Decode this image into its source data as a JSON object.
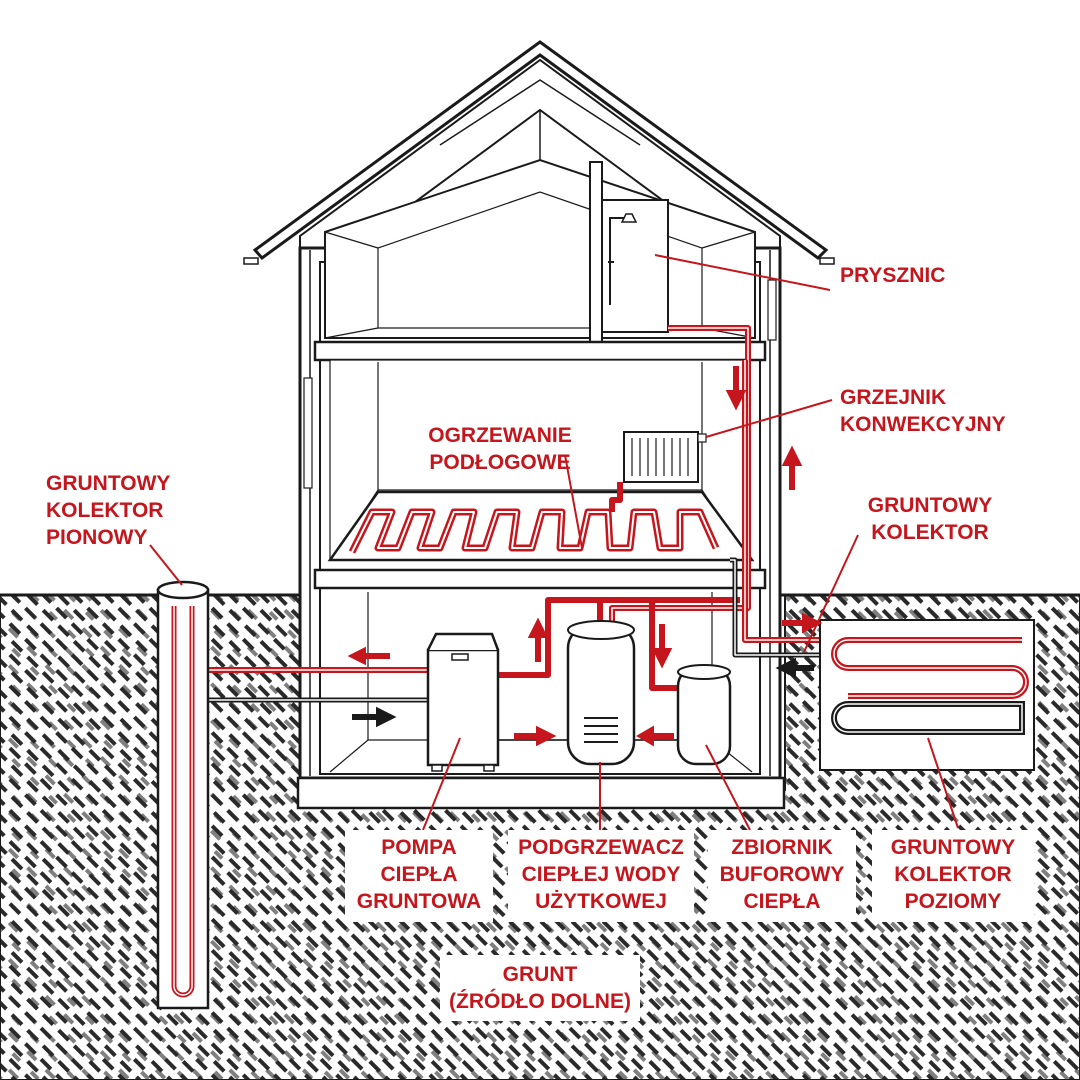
{
  "labels": {
    "shower": [
      "PRYSZNIC"
    ],
    "convector": [
      "GRZEJNIK",
      "KONWEKCYJNY"
    ],
    "floor_heating": [
      "OGRZEWANIE",
      "PODŁOGOWE"
    ],
    "vertical_collector": [
      "GRUNTOWY",
      "KOLEKTOR",
      "PIONOWY"
    ],
    "ground_collector": [
      "GRUNTOWY",
      "KOLEKTOR"
    ],
    "heat_pump": [
      "POMPA",
      "CIEPŁA",
      "GRUNTOWA"
    ],
    "water_heater": [
      "PODGRZEWACZ",
      "CIEPŁEJ WODY",
      "UŻYTKOWEJ"
    ],
    "buffer_tank": [
      "ZBIORNIK",
      "BUFOROWY",
      "CIEPŁA"
    ],
    "horizontal_collector": [
      "GRUNTOWY",
      "KOLEKTOR",
      "POZIOMY"
    ],
    "ground": [
      "GRUNT",
      "(ŹRÓDŁO DOLNE)"
    ]
  },
  "colors": {
    "hot_pipe": "#c4161c",
    "cold_pipe": "#1a1a1a",
    "outline": "#1a1a1a",
    "label_red": "#c4161c",
    "label_black": "#111111"
  },
  "icons": {
    "flow_arrow_hot": "red-arrow",
    "flow_arrow_cold": "black-arrow",
    "shower": "shower-head-icon",
    "radiator": "radiator-icon"
  }
}
